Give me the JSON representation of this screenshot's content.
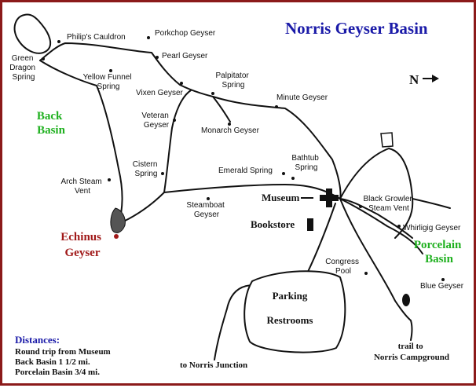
{
  "title": "Norris Geyser Basin",
  "north_label": "N",
  "basins": {
    "back": [
      "Back",
      "Basin"
    ],
    "porcelain": [
      "Porcelain",
      "Basin"
    ]
  },
  "features": {
    "philips_cauldron": "Philip's Cauldron",
    "porkchop_geyser": "Porkchop Geyser",
    "pearl_geyser": "Pearl Geyser",
    "green_dragon_spring": [
      "Green",
      "Dragon",
      "Spring"
    ],
    "yellow_funnel_spring": [
      "Yellow Funnel",
      "Spring"
    ],
    "vixen_geyser": "Vixen Geyser",
    "palpitator_spring": [
      "Palpitator",
      "Spring"
    ],
    "minute_geyser": "Minute Geyser",
    "veteran_geyser": [
      "Veteran",
      "Geyser"
    ],
    "monarch_geyser": "Monarch Geyser",
    "cistern_spring": [
      "Cistern",
      "Spring"
    ],
    "emerald_spring": "Emerald Spring",
    "bathtub_spring": [
      "Bathtub",
      "Spring"
    ],
    "arch_steam_vent": [
      "Arch Steam",
      "Vent"
    ],
    "steamboat_geyser": [
      "Steamboat",
      "Geyser"
    ],
    "echinus_geyser": [
      "Echinus",
      "Geyser"
    ],
    "black_growler_steam_vent": [
      "Black Growler",
      "Steam Vent"
    ],
    "whirligig_geyser": "Whirligig Geyser",
    "congress_pool": [
      "Congress",
      "Pool"
    ],
    "blue_geyser": "Blue Geyser"
  },
  "facilities": {
    "museum": "Museum",
    "bookstore": "Bookstore",
    "parking": "Parking",
    "restrooms": "Restrooms"
  },
  "exits": {
    "norris_junction": "to Norris Junction",
    "campground": [
      "trail to",
      "Norris Campground"
    ]
  },
  "distances": {
    "heading": "Distances:",
    "lines": [
      "Round trip from Museum",
      "Back Basin 1 1/2 mi.",
      "Porcelain Basin 3/4 mi."
    ]
  },
  "colors": {
    "border": "#8b1a1a",
    "title": "#1a1aa8",
    "basin_label": "#1fb01f",
    "echinus": "#a01818"
  }
}
